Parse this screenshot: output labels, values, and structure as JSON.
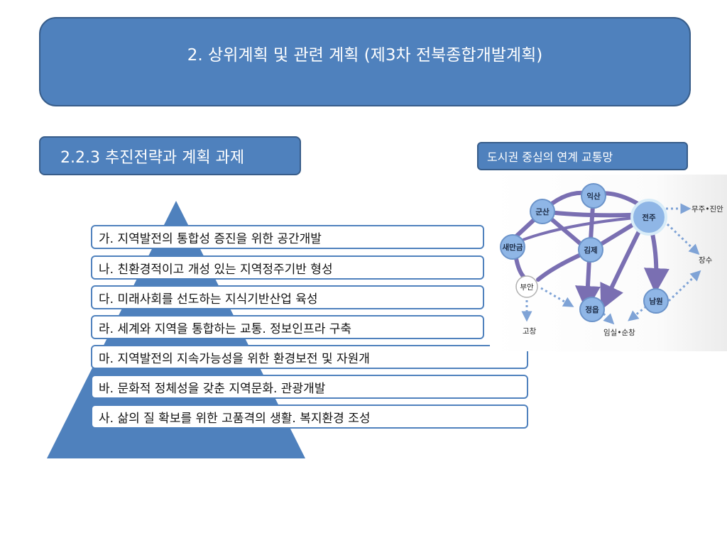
{
  "header": {
    "title": "2. 상위계획 및 관련 계획 (제3차 전북종합개발계획)"
  },
  "section": {
    "title": "2.2.3 추진전략과 계획 과제"
  },
  "map": {
    "label": "도시권 중심의 연계 교통망",
    "nodes": {
      "gunsan": "군산",
      "iksan": "익산",
      "jeonju": "전주",
      "saemangeum": "새만금",
      "gimje": "김제",
      "buan": "부안",
      "jeongeup": "정읍",
      "namwon": "남원"
    },
    "external": {
      "muju_jinan": "무주•진안",
      "jangsu": "장수",
      "gochang": "고창",
      "imsil_sunchang": "임실•순창"
    }
  },
  "colors": {
    "accent": "#4f81bd",
    "accent_border": "#385d8a",
    "map_line": "#7a6fb2",
    "map_node": "#8fb6e6"
  },
  "tasks": [
    "가. 지역발전의 통합성 증진을 위한 공간개발",
    "나. 친환경적이고 개성 있는 지역정주기반 형성",
    "다. 미래사회를 선도하는 지식기반산업 육성",
    "라. 세계와 지역을 통합하는 교통. 정보인프라 구축",
    "마. 지역발전의 지속가능성을 위한 환경보전 및 자원개",
    "바. 문화적 정체성을 갖춘 지역문화. 관광개발",
    "사. 삶의 질 확보를 위한 고품격의 생활. 복지환경 조성"
  ]
}
